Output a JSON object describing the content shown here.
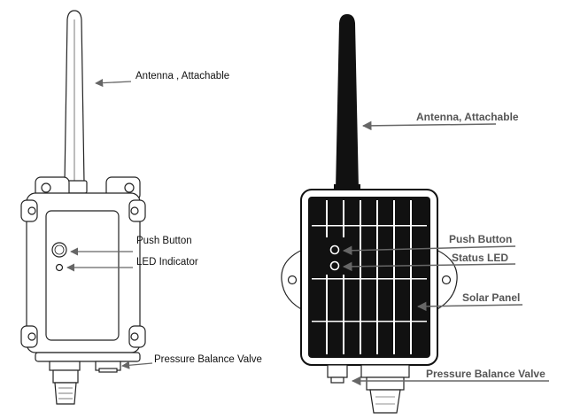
{
  "left_device": {
    "labels": {
      "antenna": "Antenna , Attachable",
      "push_button": "Push Button",
      "led": "LED Indicator",
      "valve": "Pressure Balance Valve"
    }
  },
  "right_device": {
    "labels": {
      "antenna": "Antenna, Attachable",
      "push_button": "Push Button",
      "status_led": "Status LED",
      "solar_panel": "Solar Panel",
      "valve": "Pressure Balance Valve"
    }
  },
  "colors": {
    "line_art": "#222222",
    "arrow": "#666666",
    "label_right": "#555555"
  }
}
